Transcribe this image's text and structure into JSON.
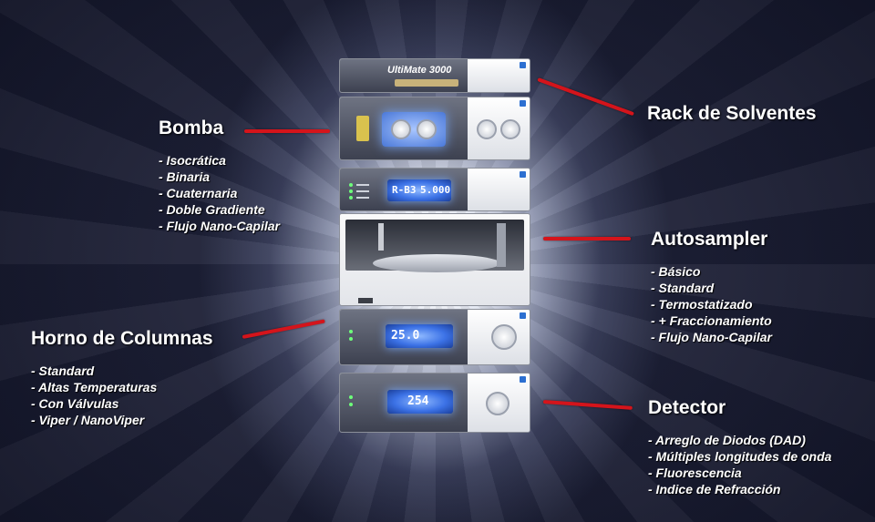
{
  "sections": {
    "bomba": {
      "title": "Bomba",
      "items": [
        "- Isocrática",
        "- Binaria",
        "- Cuaternaria",
        "- Doble Gradiente",
        "- Flujo Nano-Capilar"
      ]
    },
    "rack": {
      "title": "Rack de Solventes"
    },
    "autosampler": {
      "title": "Autosampler",
      "items": [
        "- Básico",
        "- Standard",
        "- Termostatizado",
        "- + Fraccionamiento",
        "- Flujo Nano-Capilar"
      ]
    },
    "horno": {
      "title": "Horno de Columnas",
      "items": [
        "- Standard",
        "- Altas Temperaturas",
        "- Con Válvulas",
        "- Viper / NanoViper"
      ]
    },
    "detector": {
      "title": "Detector",
      "items": [
        "- Arreglo de Diodos (DAD)",
        "- Múltiples longitudes de onda",
        "- Fluorescencia",
        "- Indice de Refracción"
      ]
    }
  },
  "instrument": {
    "rack_brand": "UltiMate 3000",
    "autosampler_display_left": "R-B3",
    "autosampler_display_right": "5.000",
    "oven_display": "25.0",
    "detector_display": "254"
  },
  "colors": {
    "pointer": "#d4141b",
    "text": "#ffffff",
    "screen_blue": "#3c72e6",
    "badge_blue": "#2c6fd1"
  }
}
